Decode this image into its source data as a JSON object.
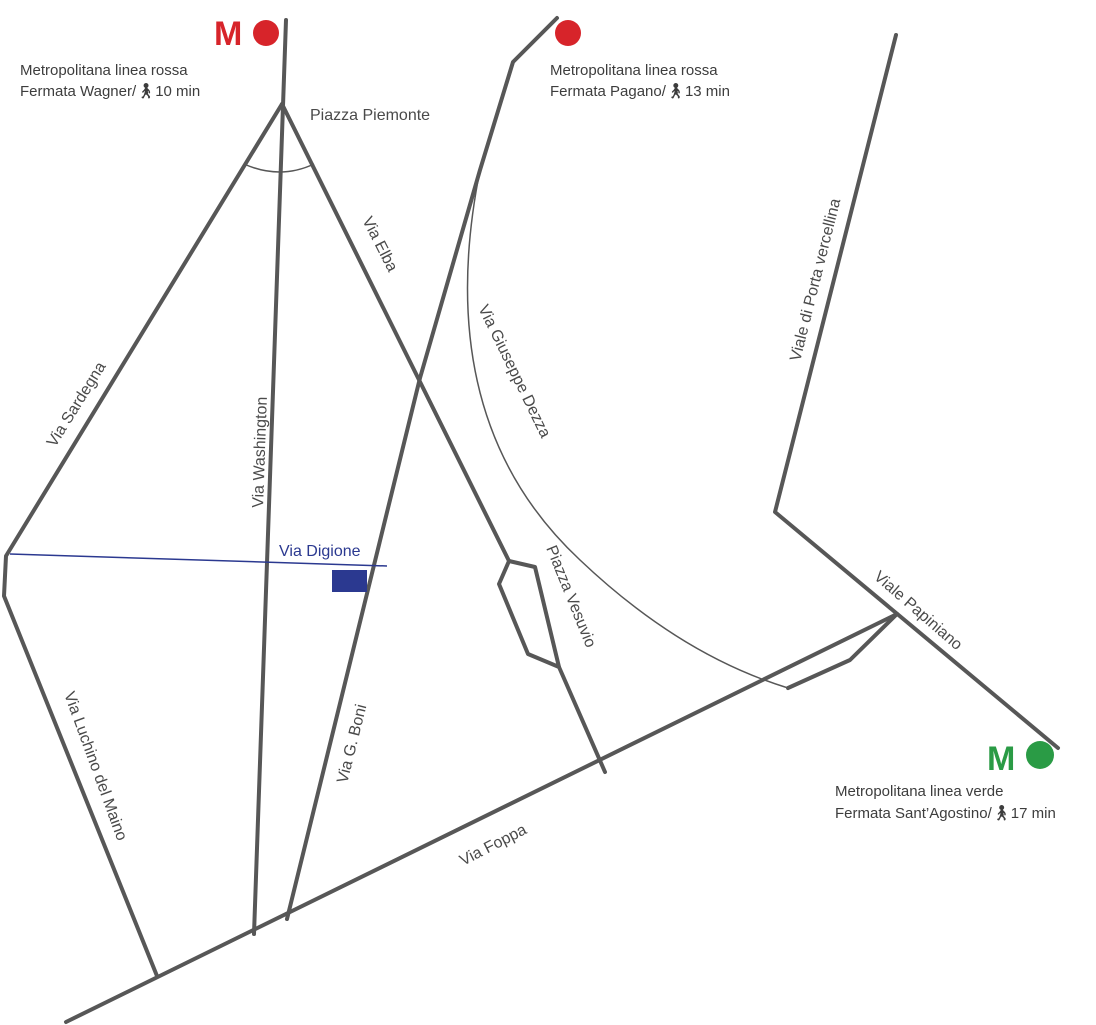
{
  "colors": {
    "street": "#575757",
    "metro_red": "#d7242a",
    "metro_green": "#2a9b45",
    "destination": "#2b3990",
    "text": "#4a4a4a"
  },
  "streets": {
    "via_sardegna": "Via Sardegna",
    "via_washington": "Via Washington",
    "via_elba": "Via Elba",
    "via_digione": "Via Digione",
    "via_luchino_del_maino": "Via Luchino del Maino",
    "via_g_boni": "Via G. Boni",
    "via_foppa": "Via Foppa",
    "piazza_piemonte": "Piazza Piemonte",
    "piazza_vesuvio": "Piazza Vesuvio",
    "via_giuseppe_dezza": "Via Giuseppe Dezza",
    "viale_di_porta_vercellina": "Viale di Porta vercellina",
    "viale_papiniano": "Viale Papiniano"
  },
  "stations": {
    "wagner": {
      "letter": "M",
      "icon": "metro-red-dot-icon",
      "line": "Metropolitana linea rossa",
      "stop": "Fermata Wagner/",
      "walk_icon": "walking-person-icon",
      "time": "10 min"
    },
    "pagano": {
      "icon": "metro-red-dot-icon",
      "line": "Metropolitana linea rossa",
      "stop": "Fermata Pagano/",
      "walk_icon": "walking-person-icon",
      "time": "13 min"
    },
    "santagostino": {
      "letter": "M",
      "icon": "metro-green-dot-icon",
      "line": "Metropolitana linea verde",
      "stop": "Fermata Sant’Agostino/",
      "walk_icon": "walking-person-icon",
      "time": "17 min"
    }
  },
  "destination_marker": "blue-square-marker"
}
